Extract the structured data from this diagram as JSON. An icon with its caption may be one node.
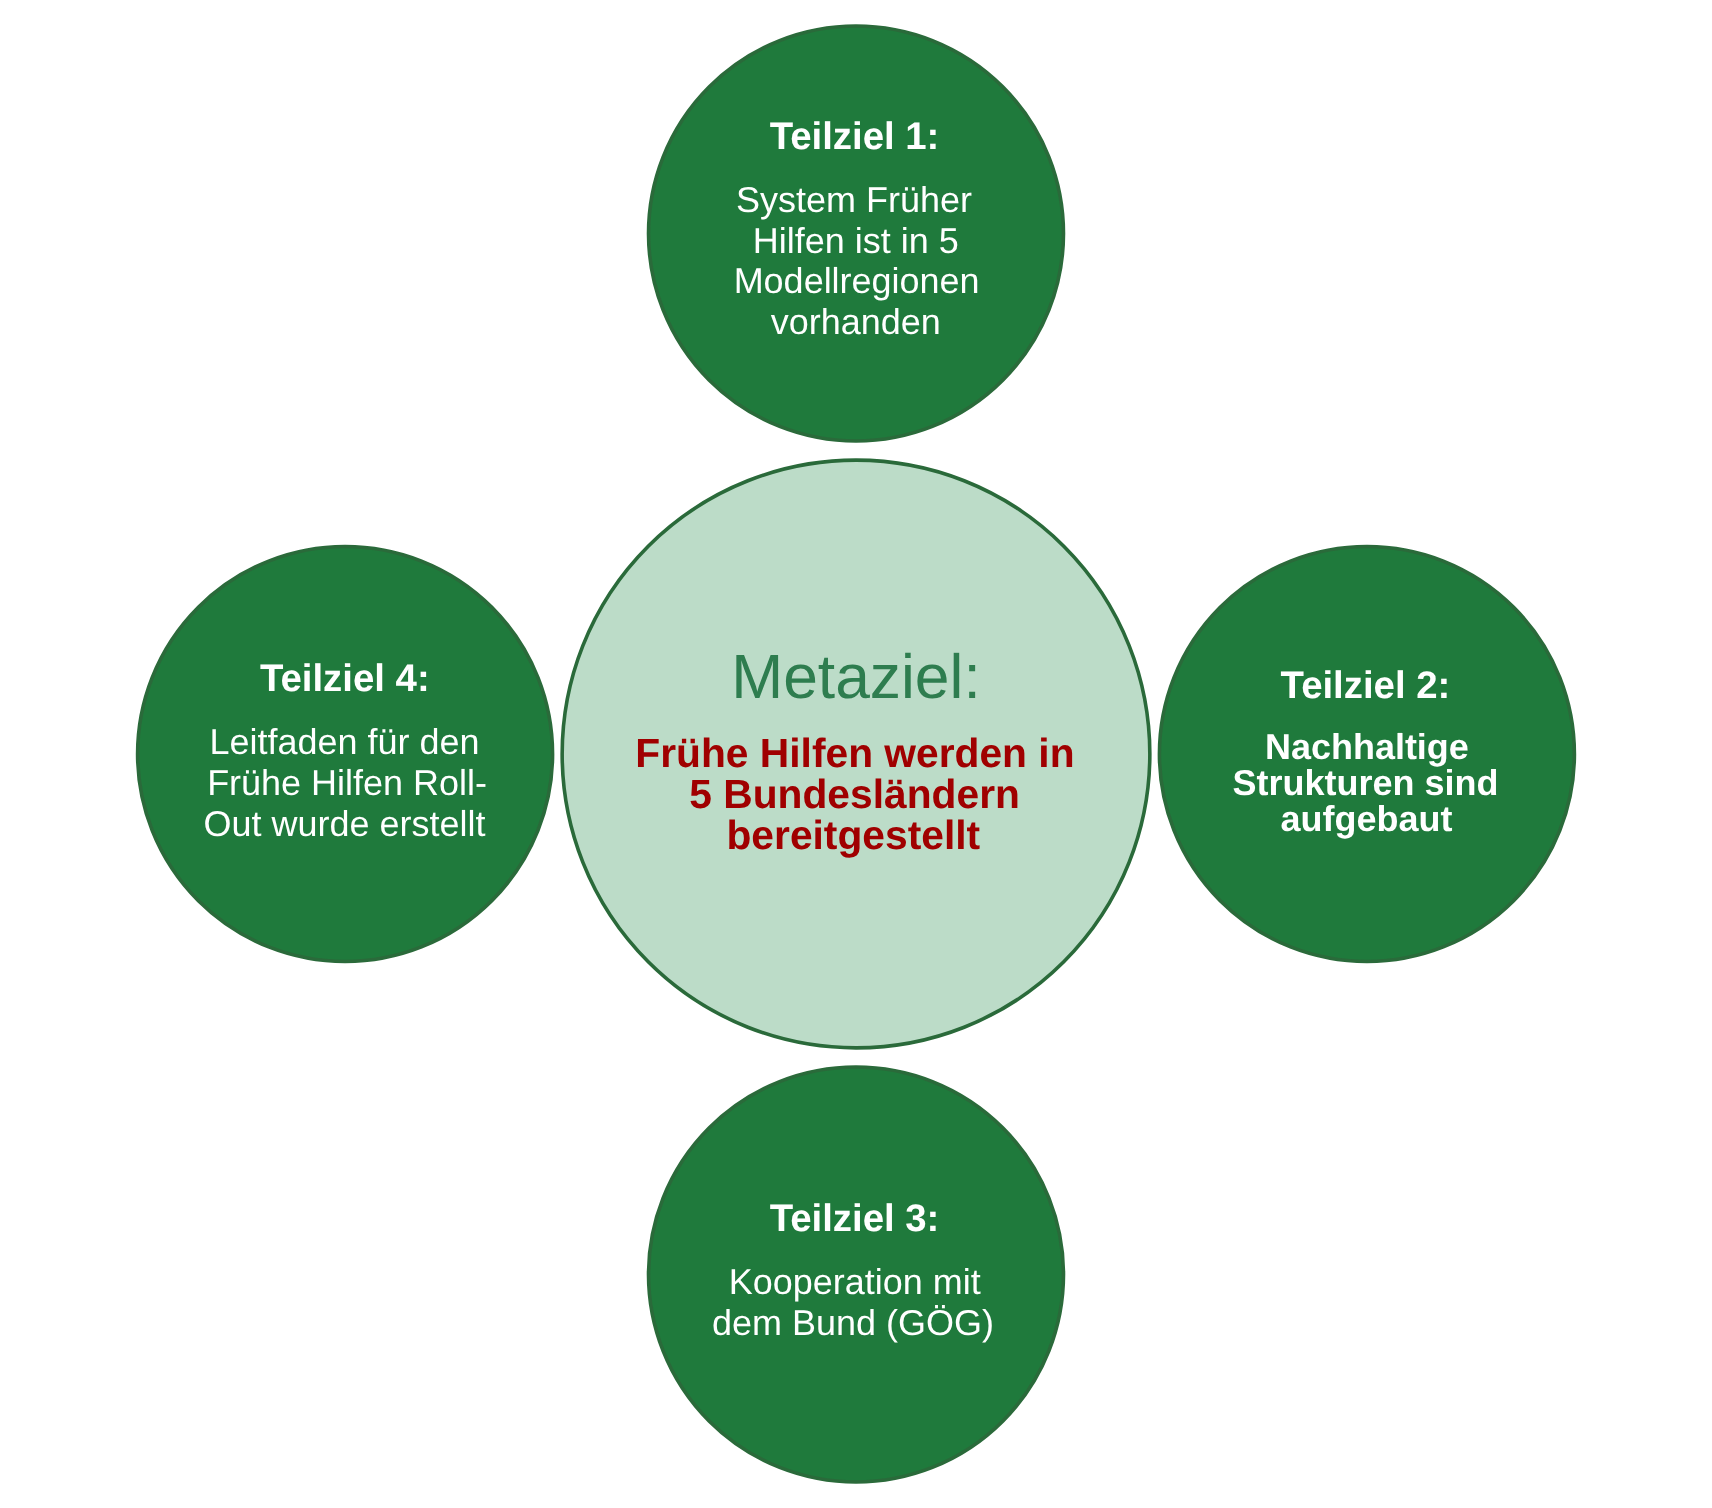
{
  "diagram": {
    "nodes": [
      {
        "text": [
          "Teilziel 1:",
          "System Früher Hilfen ist in 5 Modellregionen vorhanden"
        ]
      },
      {
        "text": [
          "Teilziel 4:",
          "Leitfaden für den Frühe Hilfen Roll-Out wurde erstellt"
        ]
      },
      {
        "text": [
          "Metaziel:",
          "Frühe Hilfen werden in 5 Bundesländern bereitgestellt"
        ]
      },
      {
        "text": [
          "Teilziel 2:",
          "Nachhaltige Strukturen sind aufgebaut"
        ]
      },
      {
        "text": [
          "Teilziel 3:",
          "Kooperation mit dem Bund (GÖG)"
        ]
      }
    ],
    "edges": []
  }
}
